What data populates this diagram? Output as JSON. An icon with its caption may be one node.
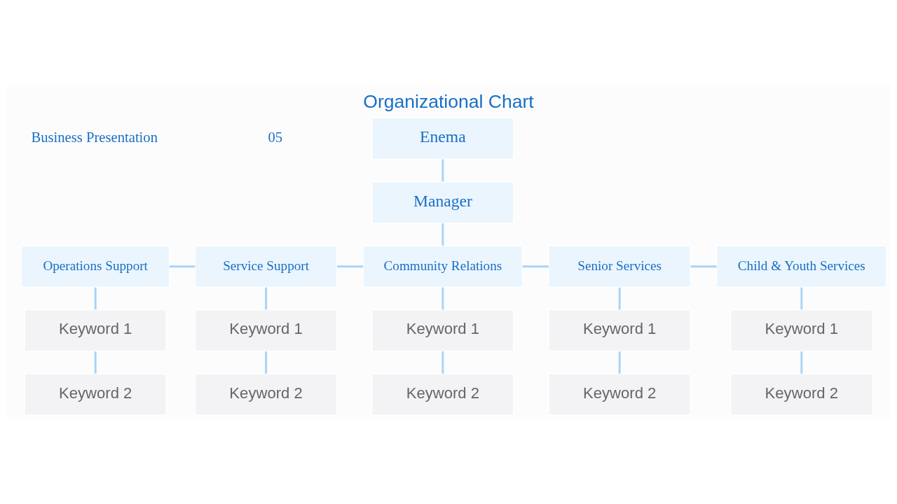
{
  "diagram": {
    "title": "Organizational Chart",
    "nodes": [
      {
        "text": [
          "Enema"
        ]
      },
      {
        "text": [
          "Manager"
        ]
      },
      {
        "text": [
          "Operations Support"
        ]
      },
      {
        "text": [
          "Service Support"
        ]
      },
      {
        "text": [
          "Community Relations"
        ]
      },
      {
        "text": [
          "Senior Services"
        ]
      },
      {
        "text": [
          "Child & Youth Services"
        ]
      },
      {
        "text": [
          "Keyword 1"
        ]
      },
      {
        "text": [
          "Keyword 1"
        ]
      },
      {
        "text": [
          "Keyword 1"
        ]
      },
      {
        "text": [
          "Keyword 1"
        ]
      },
      {
        "text": [
          "Keyword 1"
        ]
      },
      {
        "text": [
          "Keyword 2"
        ]
      },
      {
        "text": [
          "Keyword 2"
        ]
      },
      {
        "text": [
          "Keyword 2"
        ]
      },
      {
        "text": [
          "Keyword 2"
        ]
      },
      {
        "text": [
          "Keyword 2"
        ]
      }
    ],
    "edges": [
      {
        "from": 0,
        "to": 1,
        "arrow": "none"
      },
      {
        "from": 1,
        "to": 4,
        "arrow": "none"
      },
      {
        "from": 2,
        "to": 3,
        "arrow": "none"
      },
      {
        "from": 3,
        "to": 4,
        "arrow": "none"
      },
      {
        "from": 4,
        "to": 5,
        "arrow": "none"
      },
      {
        "from": 5,
        "to": 6,
        "arrow": "none"
      },
      {
        "from": 2,
        "to": 7,
        "arrow": "none"
      },
      {
        "from": 3,
        "to": 8,
        "arrow": "none"
      },
      {
        "from": 4,
        "to": 9,
        "arrow": "none"
      },
      {
        "from": 5,
        "to": 10,
        "arrow": "none"
      },
      {
        "from": 6,
        "to": 11,
        "arrow": "none"
      },
      {
        "from": 7,
        "to": 12,
        "arrow": "none"
      },
      {
        "from": 8,
        "to": 13,
        "arrow": "none"
      },
      {
        "from": 9,
        "to": 14,
        "arrow": "none"
      },
      {
        "from": 10,
        "to": 15,
        "arrow": "none"
      },
      {
        "from": 11,
        "to": 16,
        "arrow": "none"
      }
    ],
    "labels": [
      "Business Presentation",
      "05"
    ]
  }
}
